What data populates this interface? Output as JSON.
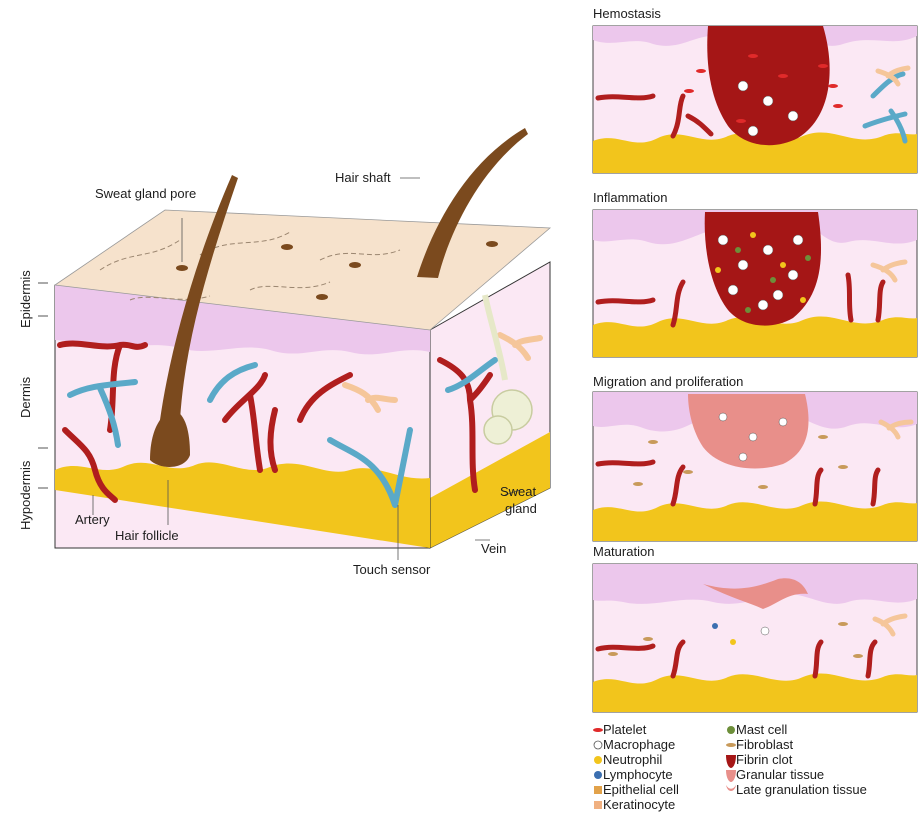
{
  "skin_labels": {
    "sweat_gland_pore": "Sweat gland pore",
    "hair_shaft": "Hair shaft",
    "epidermis": "Epidermis",
    "dermis": "Dermis",
    "hypodermis": "Hypodermis",
    "artery": "Artery",
    "hair_follicle": "Hair follicle",
    "touch_sensor": "Touch sensor",
    "vein": "Vein",
    "sweat_gland_line1": "Sweat",
    "sweat_gland_line2": "gland"
  },
  "phases": [
    {
      "title": "Hemostasis"
    },
    {
      "title": "Inflammation"
    },
    {
      "title": "Migration and proliferation"
    },
    {
      "title": "Maturation"
    }
  ],
  "legend": {
    "left": [
      "Platelet",
      "Macrophage",
      "Neutrophil",
      "Lymphocyte",
      "Epithelial cell",
      "Keratinocyte"
    ],
    "right": [
      "Mast cell",
      "Fibroblast",
      "Fibrin clot",
      "Granular tissue",
      "Late granulation tissue"
    ]
  },
  "colors": {
    "blood_red": "#b01e1e",
    "clot_red": "#a51616",
    "vein_blue": "#5aa9c8",
    "fat_yellow": "#f2c51c",
    "dermis_pink": "#fbe8f4",
    "epidermis_lilac": "#ecc7ec",
    "surface_tan": "#f6e2cc",
    "hair_brown": "#7b4a1e",
    "nerve_peach": "#f5c69a",
    "granulation_pink": "#e88f8a"
  }
}
